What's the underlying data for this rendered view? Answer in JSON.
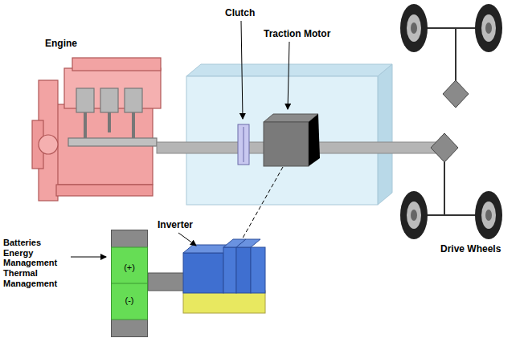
{
  "diagram": {
    "nodes": [
      {
        "text": [
          "(+)",
          "(-)"
        ]
      }
    ],
    "labels": [
      "Engine",
      "Clutch",
      "Traction Motor",
      "Drive Wheels",
      "Batteries Energy Management Thermal Management",
      "Inverter"
    ]
  }
}
